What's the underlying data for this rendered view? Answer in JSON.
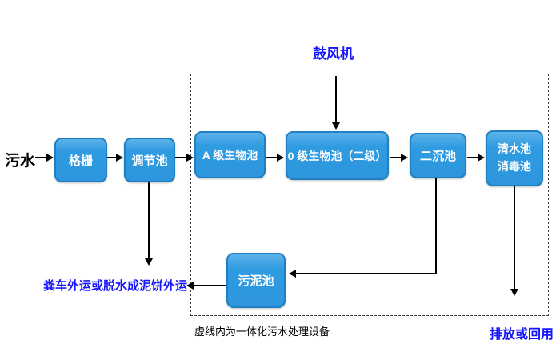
{
  "diagram": {
    "title": "integrated wastewater treatment process flowchart",
    "source_label": "污水",
    "blower_label": "鼓风机",
    "boxes": {
      "grid": "格栅",
      "regulating": "调节池",
      "a_bio": "A 级生物池",
      "o_bio": "0 级生物池（二级）",
      "secondary_sedimentation": "二沉池",
      "clear_water_line1": "清水池",
      "clear_water_line2": "消毒池",
      "sludge": "污泥池"
    },
    "labels": {
      "sludge_out": "粪车外运或脱水成泥饼外运",
      "dashed_caption": "虚线内为一体化污水处理设备",
      "discharge": "排放或回用"
    },
    "colors": {
      "box_fill": "#2F9BE1",
      "box_border": "#1E7FC2",
      "box_text": "#FFFFFF",
      "blue_label": "#1414FF",
      "black_label": "#000000",
      "arrow": "#000000",
      "dashed_border": "#3A3A3A",
      "background": "#FFFFFF"
    }
  }
}
